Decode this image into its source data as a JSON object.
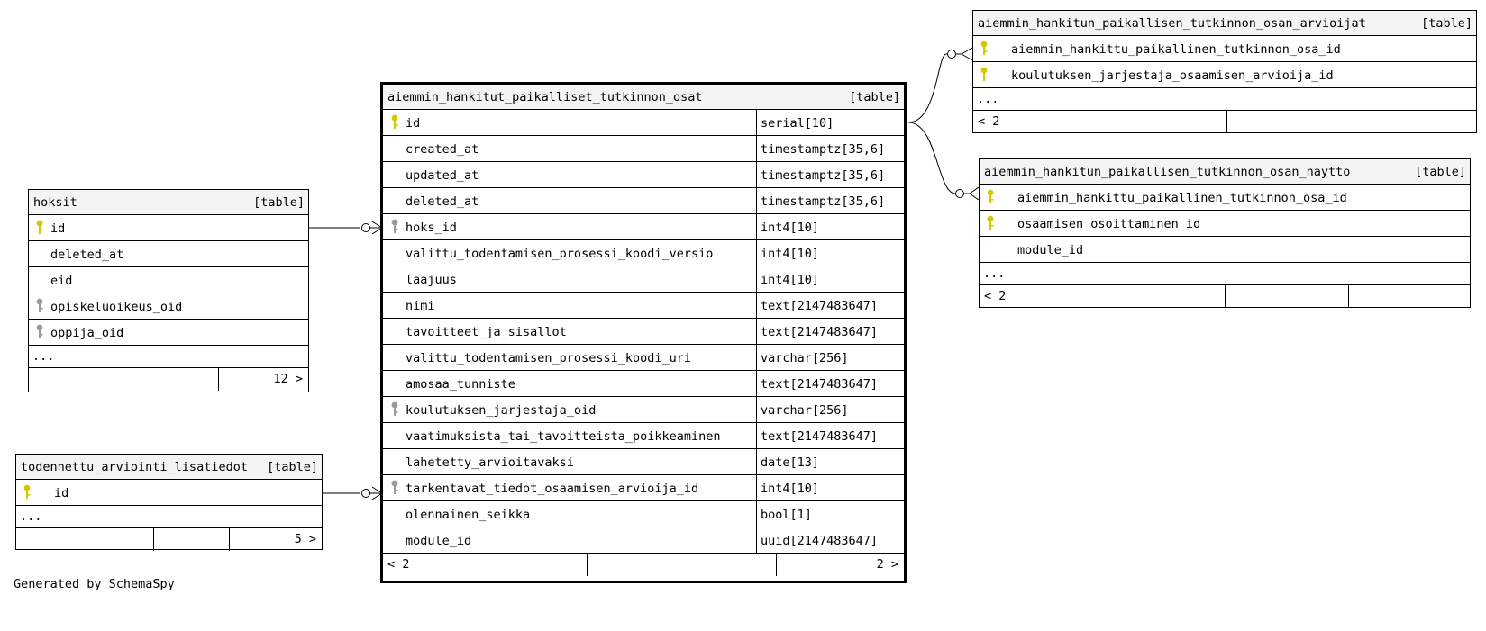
{
  "main_table": {
    "name": "aiemmin_hankitut_paikalliset_tutkinnon_osat",
    "type": "[table]",
    "columns": [
      {
        "name": "id",
        "type": "serial[10]",
        "key": "primary"
      },
      {
        "name": "created_at",
        "type": "timestamptz[35,6]",
        "key": ""
      },
      {
        "name": "updated_at",
        "type": "timestamptz[35,6]",
        "key": ""
      },
      {
        "name": "deleted_at",
        "type": "timestamptz[35,6]",
        "key": ""
      },
      {
        "name": "hoks_id",
        "type": "int4[10]",
        "key": "foreign"
      },
      {
        "name": "valittu_todentamisen_prosessi_koodi_versio",
        "type": "int4[10]",
        "key": ""
      },
      {
        "name": "laajuus",
        "type": "int4[10]",
        "key": ""
      },
      {
        "name": "nimi",
        "type": "text[2147483647]",
        "key": ""
      },
      {
        "name": "tavoitteet_ja_sisallot",
        "type": "text[2147483647]",
        "key": ""
      },
      {
        "name": "valittu_todentamisen_prosessi_koodi_uri",
        "type": "varchar[256]",
        "key": ""
      },
      {
        "name": "amosaa_tunniste",
        "type": "text[2147483647]",
        "key": ""
      },
      {
        "name": "koulutuksen_jarjestaja_oid",
        "type": "varchar[256]",
        "key": "foreign"
      },
      {
        "name": "vaatimuksista_tai_tavoitteista_poikkeaminen",
        "type": "text[2147483647]",
        "key": ""
      },
      {
        "name": "lahetetty_arvioitavaksi",
        "type": "date[13]",
        "key": ""
      },
      {
        "name": "tarkentavat_tiedot_osaamisen_arvioija_id",
        "type": "int4[10]",
        "key": "foreign"
      },
      {
        "name": "olennainen_seikka",
        "type": "bool[1]",
        "key": ""
      },
      {
        "name": "module_id",
        "type": "uuid[2147483647]",
        "key": ""
      }
    ],
    "footer_left": "< 2",
    "footer_right": "2 >"
  },
  "hoksit": {
    "name": "hoksit",
    "type": "[table]",
    "columns": [
      {
        "name": "id",
        "key": "primary"
      },
      {
        "name": "deleted_at",
        "key": ""
      },
      {
        "name": "eid",
        "key": ""
      },
      {
        "name": "opiskeluoikeus_oid",
        "key": "foreign"
      },
      {
        "name": "oppija_oid",
        "key": "foreign"
      }
    ],
    "ellipsis": "...",
    "footer_right": "12 >"
  },
  "todennettu": {
    "name": "todennettu_arviointi_lisatiedot",
    "type": "[table]",
    "columns": [
      {
        "name": "id",
        "key": "primary"
      }
    ],
    "ellipsis": "...",
    "footer_right": "5 >"
  },
  "arvioijat": {
    "name": "aiemmin_hankitun_paikallisen_tutkinnon_osan_arvioijat",
    "type": "[table]",
    "columns": [
      {
        "name": "aiemmin_hankittu_paikallinen_tutkinnon_osa_id",
        "key": "primary"
      },
      {
        "name": "koulutuksen_jarjestaja_osaamisen_arvioija_id",
        "key": "primary"
      }
    ],
    "ellipsis": "...",
    "footer_left": "< 2"
  },
  "naytto": {
    "name": "aiemmin_hankitun_paikallisen_tutkinnon_osan_naytto",
    "type": "[table]",
    "columns": [
      {
        "name": "aiemmin_hankittu_paikallinen_tutkinnon_osa_id",
        "key": "primary"
      },
      {
        "name": "osaamisen_osoittaminen_id",
        "key": "primary"
      },
      {
        "name": "module_id",
        "key": ""
      }
    ],
    "ellipsis": "...",
    "footer_left": "< 2"
  },
  "colors": {
    "primary_key": "#d4c800",
    "foreign_key": "#9a9a9a",
    "header_bg": "#f4f4f4"
  },
  "generated_by": "Generated by SchemaSpy"
}
